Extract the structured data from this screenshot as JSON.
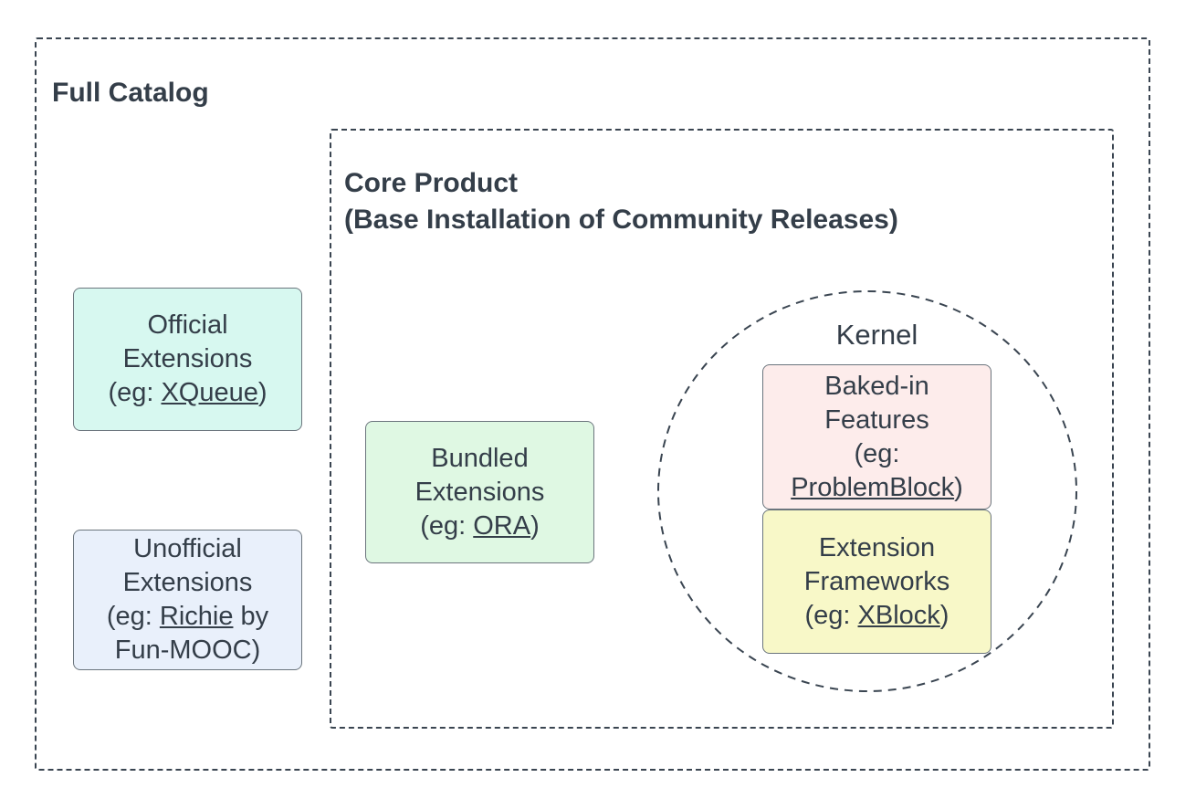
{
  "colors": {
    "text": "#343e49",
    "dash_stroke": "#3a4551",
    "node_border": "#6b757d",
    "official_bg": "#d7f8f0",
    "unofficial_bg": "#e9f0fb",
    "bundled_bg": "#dff8e3",
    "baked_in_bg": "#fdeceb",
    "frameworks_bg": "#f8f8c8"
  },
  "outer": {
    "title": "Full Catalog"
  },
  "core": {
    "title_line1": "Core Product",
    "title_line2": "(Base Installation of Community Releases)"
  },
  "kernel": {
    "label": "Kernel"
  },
  "boxes": {
    "official": {
      "line1": "Official",
      "line2": "Extensions",
      "pre": "(eg: ",
      "link": "XQueue",
      "post": ")"
    },
    "unofficial": {
      "line1": "Unofficial",
      "line2": "Extensions",
      "pre": "(eg: ",
      "link": "Richie",
      "post": " by",
      "line4": "Fun-MOOC)"
    },
    "bundled": {
      "line1": "Bundled",
      "line2": "Extensions",
      "pre": "(eg: ",
      "link": "ORA",
      "post": ")"
    },
    "baked_in": {
      "line1": "Baked-in",
      "line2": "Features",
      "line3": "(eg:",
      "link": "ProblemBlock",
      "post": ")"
    },
    "frameworks": {
      "line1": "Extension",
      "line2": "Frameworks",
      "pre": "(eg: ",
      "link": "XBlock",
      "post": ")"
    }
  }
}
